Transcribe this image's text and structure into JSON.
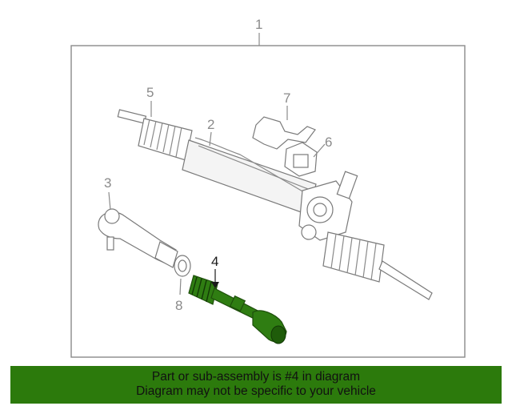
{
  "diagram": {
    "assembly_label": "1",
    "callouts": {
      "c2": "2",
      "c3": "3",
      "c4": "4",
      "c5": "5",
      "c6": "6",
      "c7": "7",
      "c8": "8"
    },
    "highlighted_part": "4",
    "highlight_color": "#2c7a0c"
  },
  "banner": {
    "line1": "Part or sub-assembly is #4 in diagram",
    "line2": "Diagram may not be specific to your vehicle"
  }
}
